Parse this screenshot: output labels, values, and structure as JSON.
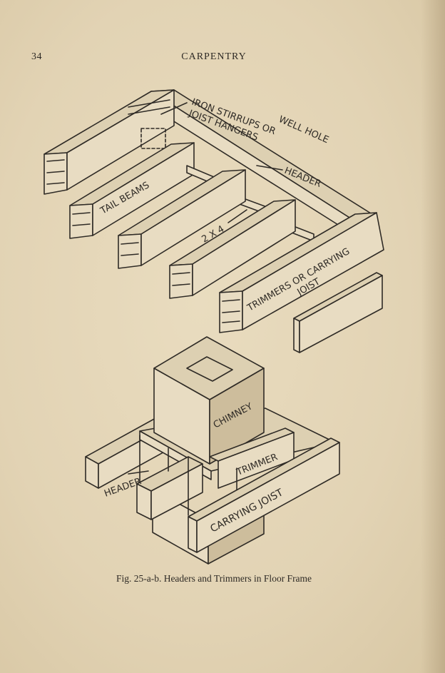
{
  "header": {
    "page_number": "34",
    "running_head": "CARPENTRY"
  },
  "figure": {
    "top_labels": {
      "iron_stirrups_line1": "IRON STIRRUPS OR",
      "iron_stirrups_line2": "JOIST HANGERS",
      "well_hole": "WELL HOLE",
      "header": "HEADER",
      "tail_beams": "TAIL BEAMS",
      "two_by_four": "2 X 4",
      "trimmers_line1": "TRIMMERS OR CARRYING",
      "trimmers_line2": "JOIST"
    },
    "bottom_labels": {
      "chimney": "CHIMNEY",
      "trimmer": "TRIMMER",
      "header": "HEADER",
      "carrying_joist": "CARRYING JOIST"
    }
  },
  "caption": "Fig. 25-a-b.   Headers and Trimmers in Floor Frame"
}
